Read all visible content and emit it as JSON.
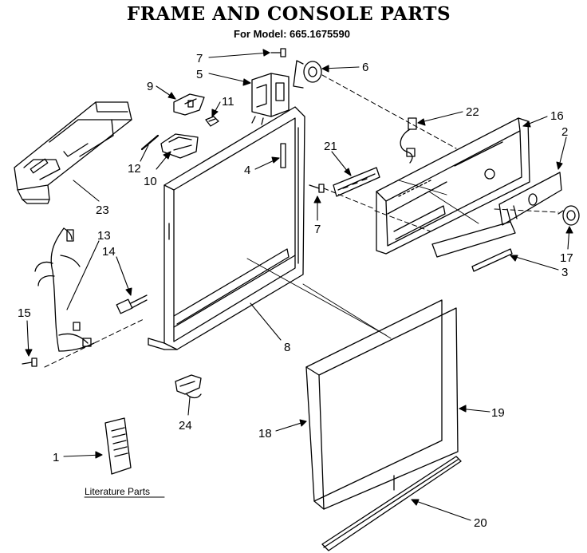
{
  "title": "FRAME AND CONSOLE PARTS",
  "subtitle": "For Model: 665.1675590",
  "literature_label": "Literature Parts",
  "callouts": {
    "c1": "1",
    "c2": "2",
    "c3": "3",
    "c4": "4",
    "c5": "5",
    "c6": "6",
    "c7a": "7",
    "c7b": "7",
    "c8": "8",
    "c9": "9",
    "c10": "10",
    "c11": "11",
    "c12": "12",
    "c13": "13",
    "c14": "14",
    "c15": "15",
    "c16": "16",
    "c17": "17",
    "c18": "18",
    "c19": "19",
    "c20": "20",
    "c21": "21",
    "c22": "22",
    "c23": "23",
    "c24": "24"
  }
}
